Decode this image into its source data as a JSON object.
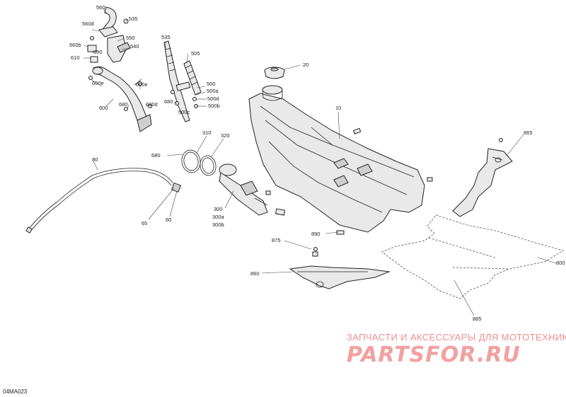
{
  "diagram_code": "04MA023",
  "watermark": {
    "tagline": "ЗАПЧАСТИ И АКСЕССУАРЫ ДЛЯ МОТОТЕХНИКИ",
    "logo": "PARTSFOR.RU"
  },
  "callouts": {
    "c560": "560",
    "c535a": "535",
    "c560d": "560d",
    "c550": "550",
    "c560b": "560b",
    "c540": "540",
    "c690": "690",
    "c610": "610",
    "c600e_a": "600e",
    "c600e_b": "600e",
    "c680a": "680",
    "c600d": "600d",
    "c600": "600",
    "c535b": "535",
    "c505": "505",
    "c500": "500",
    "c500a": "500a",
    "c680b": "680",
    "c500d": "500d",
    "c500c": "500c",
    "c500b": "500b",
    "c20": "20",
    "c10": "10",
    "c310": "310",
    "c320": "320",
    "c680c": "680",
    "c80": "80",
    "c865": "865",
    "c300": "300",
    "c300a": "300a",
    "c300b": "300b",
    "c65": "65",
    "c60": "60",
    "c890": "890",
    "c875": "875",
    "c860": "860",
    "c800": "800",
    "c885": "885"
  }
}
